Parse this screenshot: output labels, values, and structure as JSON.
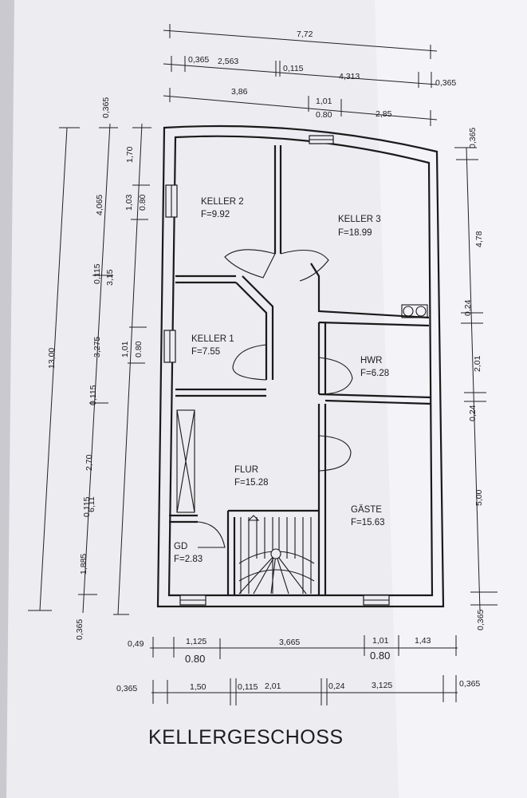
{
  "title": "KELLERGESCHOSS",
  "rooms": [
    {
      "name": "KELLER 2",
      "area": "F=9.92"
    },
    {
      "name": "KELLER 3",
      "area": "F=18.99"
    },
    {
      "name": "KELLER 1",
      "area": "F=7.55"
    },
    {
      "name": "HWR",
      "area": "F=6.28"
    },
    {
      "name": "FLUR",
      "area": "F=15.28"
    },
    {
      "name": "GÄSTE",
      "area": "F=15.63"
    },
    {
      "name": "GD",
      "area": "F=2.83"
    }
  ],
  "dimensions": {
    "top_total": "7,72",
    "top_row2": [
      "0,365",
      "2,563",
      "0,115",
      "4,313",
      "0,365"
    ],
    "top_row3": [
      "3,86",
      "1,01",
      "0.80",
      "2,85"
    ],
    "left_outer": "13,00",
    "left_mid": [
      "4,065",
      "3,15",
      "6,11"
    ],
    "left_inner": [
      "0,365",
      "1,70",
      "1,03",
      "0.80",
      "0,115",
      "3,275",
      "1,01",
      "0.80",
      "0,115",
      "2,70",
      "0,115",
      "1,885",
      "0,365"
    ],
    "right": [
      "0,365",
      "4,78",
      "0,24",
      "2,01",
      "0,24",
      "5,00",
      "0,365"
    ],
    "bottom_row1": [
      "0,49",
      "1,125",
      "0.80",
      "3,665",
      "1,01",
      "0.80",
      "1,43"
    ],
    "bottom_row2": [
      "0,365",
      "1,50",
      "0,115",
      "2,01",
      "0,24",
      "3,125",
      "0,365"
    ]
  },
  "colors": {
    "paper": "#f1f1f5",
    "ink": "#1a1a1a",
    "background": "#4a4d52"
  }
}
